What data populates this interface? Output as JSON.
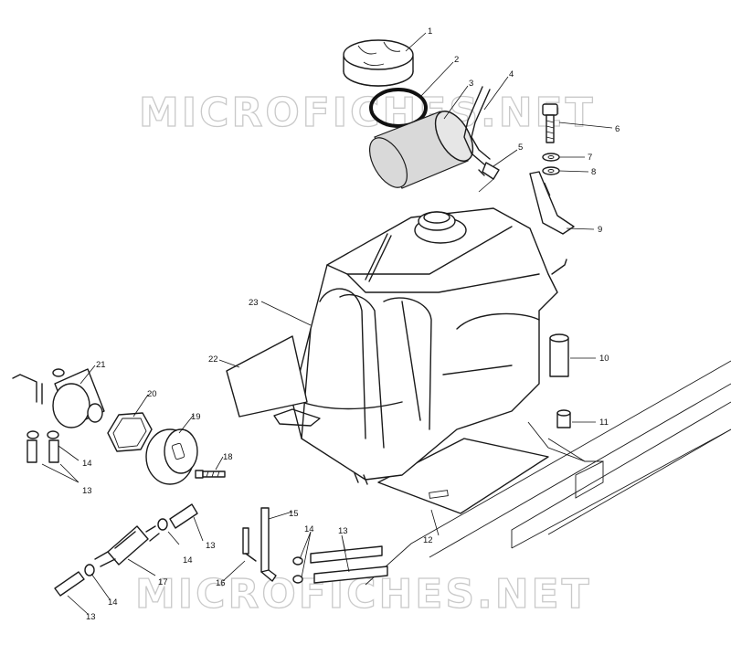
{
  "watermark": {
    "top": "MICROFICHES.NET",
    "bottom": "MICROFICHES.NET"
  },
  "callouts": {
    "c1": "1",
    "c2": "2",
    "c3": "3",
    "c4": "4",
    "c5": "5",
    "c6": "6",
    "c7": "7",
    "c8": "8",
    "c9": "9",
    "c10": "10",
    "c11": "11",
    "c12": "12",
    "c13a": "13",
    "c13b": "13",
    "c13c": "13",
    "c13d": "13",
    "c14a": "14",
    "c14b": "14",
    "c14c": "14",
    "c14d": "14",
    "c15": "15",
    "c16": "16",
    "c17": "17",
    "c18": "18",
    "c19": "19",
    "c20": "20",
    "c21": "21",
    "c22": "22",
    "c23": "23"
  }
}
